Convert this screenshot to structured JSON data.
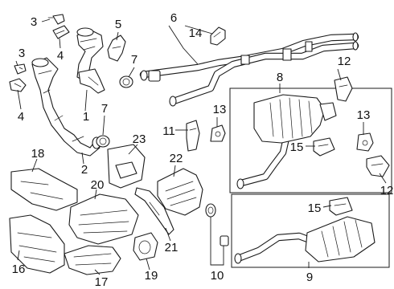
{
  "diagram": {
    "callouts": [
      {
        "id": "c3a",
        "label": "3"
      },
      {
        "id": "c4a",
        "label": "4"
      },
      {
        "id": "c3b",
        "label": "3"
      },
      {
        "id": "c4b",
        "label": "4"
      },
      {
        "id": "c1",
        "label": "1"
      },
      {
        "id": "c2",
        "label": "2"
      },
      {
        "id": "c5",
        "label": "5"
      },
      {
        "id": "c7a",
        "label": "7"
      },
      {
        "id": "c7b",
        "label": "7"
      },
      {
        "id": "c6",
        "label": "6"
      },
      {
        "id": "c14",
        "label": "14"
      },
      {
        "id": "c12a",
        "label": "12"
      },
      {
        "id": "c8",
        "label": "8"
      },
      {
        "id": "c13a",
        "label": "13"
      },
      {
        "id": "c13b",
        "label": "13"
      },
      {
        "id": "c11",
        "label": "11"
      },
      {
        "id": "c15a",
        "label": "15"
      },
      {
        "id": "c12b",
        "label": "12"
      },
      {
        "id": "c23",
        "label": "23"
      },
      {
        "id": "c22",
        "label": "22"
      },
      {
        "id": "c18",
        "label": "18"
      },
      {
        "id": "c20",
        "label": "20"
      },
      {
        "id": "c15b",
        "label": "15"
      },
      {
        "id": "c21",
        "label": "21"
      },
      {
        "id": "c16",
        "label": "16"
      },
      {
        "id": "c17",
        "label": "17"
      },
      {
        "id": "c19",
        "label": "19"
      },
      {
        "id": "c10",
        "label": "10"
      },
      {
        "id": "c9",
        "label": "9"
      }
    ]
  }
}
